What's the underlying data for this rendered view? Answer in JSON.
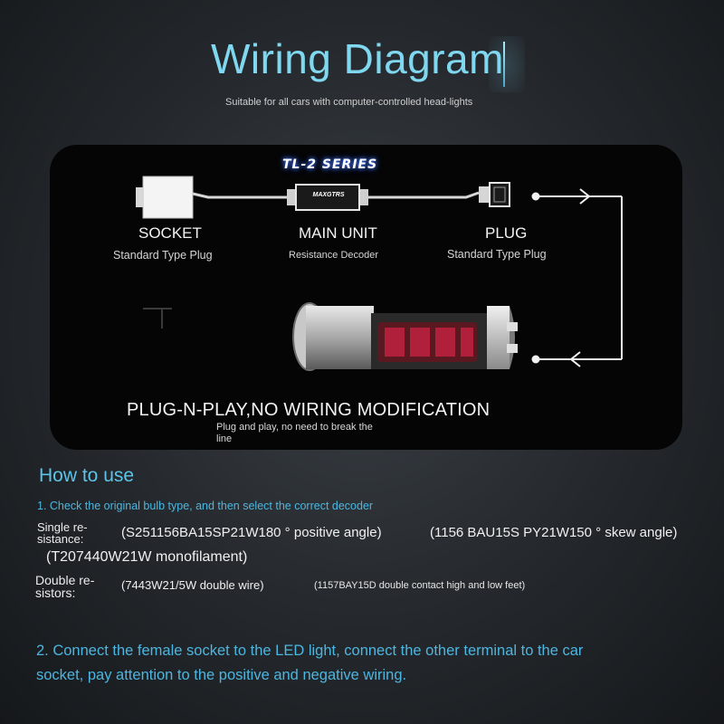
{
  "header": {
    "title": "Wiring Diagram",
    "subtitle": "Suitable for all cars with computer-controlled head-lights"
  },
  "diagram": {
    "series": "TL-2 SERIES",
    "decoder_brand": "MAXGTRS",
    "socket": {
      "label": "SOCKET",
      "caption": "Standard Type Plug"
    },
    "main_unit": {
      "label": "MAIN UNIT",
      "caption": "Resistance Decoder"
    },
    "plug": {
      "label": "PLUG",
      "caption": "Standard Type Plug"
    },
    "slogan": "PLUG-N-PLAY,NO WIRING MODIFICATION",
    "slogan_caption": "Plug and play, no need to break the line"
  },
  "instructions": {
    "heading": "How to use",
    "step1": "1. Check the original bulb type, and then select the correct decoder",
    "single": {
      "label": "Single re-sistance:",
      "values": [
        "(S251156BA15SP21W180 ° positive angle)",
        "(1156 BAU15S PY21W150 ° skew angle)",
        "(T207440W21W monofilament)"
      ]
    },
    "double": {
      "label": "Double re-sistors:",
      "values": [
        "(7443W21/5W double wire)",
        "(1157BAY15D double contact high and low feet)"
      ]
    },
    "step2": "2. Connect the female socket to the LED light, connect the other terminal to the car socket, pay attention to the positive and negative wiring."
  },
  "colors": {
    "title": "#7fd8ef",
    "accent": "#4cb6e0",
    "panel": "#050505",
    "bulb_led": "#b0203a"
  }
}
